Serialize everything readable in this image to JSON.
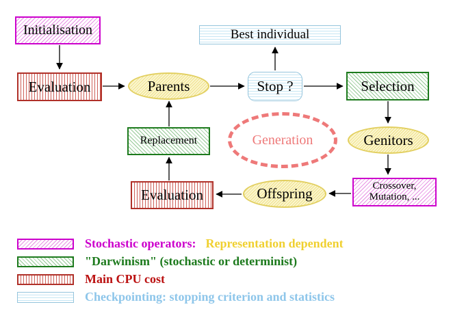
{
  "diagram": {
    "title": "",
    "nodes": {
      "initialisation": {
        "label": "Initialisation"
      },
      "evaluation_top": {
        "label": "Evaluation"
      },
      "parents": {
        "label": "Parents"
      },
      "best_individual": {
        "label": "Best individual"
      },
      "stop": {
        "label": "Stop ?"
      },
      "selection": {
        "label": "Selection"
      },
      "genitors": {
        "label": "Genitors"
      },
      "crossover_mutation": {
        "line1": "Crossover,",
        "line2": "Mutation, ..."
      },
      "offspring": {
        "label": "Offspring"
      },
      "evaluation_bottom": {
        "label": "Evaluation"
      },
      "replacement": {
        "label": "Replacement"
      },
      "generation": {
        "label": "Generation"
      }
    },
    "edges": [
      "initialisation->evaluation_top",
      "evaluation_top->parents",
      "parents->stop",
      "stop->best_individual",
      "stop->selection",
      "selection->genitors",
      "genitors->crossover_mutation",
      "crossover_mutation->offspring",
      "offspring->evaluation_bottom",
      "evaluation_bottom->replacement",
      "replacement->parents"
    ],
    "colors": {
      "magenta": "#cc00cc",
      "green": "#1d7a1d",
      "red": "#bb1111",
      "light_blue": "#8ec6ea",
      "yellow": "#f0d030",
      "salmon": "#ee7979",
      "node_text": "#000000"
    }
  },
  "legend": {
    "items": [
      {
        "swatch": "magenta-hatch",
        "label": "Stochastic operators:",
        "label2": "Representation dependent"
      },
      {
        "swatch": "green-hatch",
        "label": "\"Darwinism\" (stochastic or determinist)"
      },
      {
        "swatch": "red-vertical-stripes",
        "label": "Main CPU cost"
      },
      {
        "swatch": "cyan-horizontal-stripes",
        "label": "Checkpointing: stopping criterion and statistics"
      }
    ]
  }
}
